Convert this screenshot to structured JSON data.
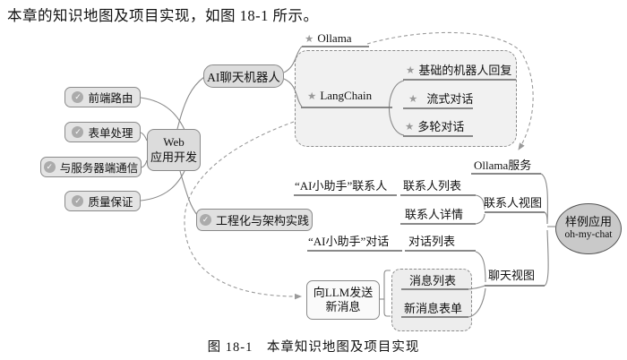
{
  "page": {
    "intro_text": "本章的知识地图及项目实现，如图 18-1 所示。",
    "caption": "图 18-1　本章知识地图及项目实现"
  },
  "icons": {
    "star": "★",
    "check": "✓"
  },
  "colors": {
    "node_fill": "#e4e4e4",
    "node_border": "#8a8a8a",
    "group_fill": "#f1f1f1",
    "ellipse_fill": "#c9c9c9",
    "line": "#888888"
  },
  "nodes": {
    "topics": [
      "前端路由",
      "表单处理",
      "与服务器端通信",
      "质量保证"
    ],
    "web_dev": {
      "line1": "Web",
      "line2": "应用开发"
    },
    "ai_chatbot": "AI聊天机器人",
    "practice": "工程化与架构实践",
    "send_message": {
      "line1": "向LLM发送",
      "line2": "新消息"
    },
    "root": {
      "line1": "样例应用",
      "line2": "oh-my-chat"
    }
  },
  "labels": {
    "ollama": "Ollama",
    "langchain": "LangChain",
    "basic_reply": "基础的机器人回复",
    "streaming_chat": "流式对话",
    "multi_turn_chat": "多轮对话",
    "ollama_service": "Ollama服务",
    "assistant_contacts": "“AI小助手”联系人",
    "contact_list": "联系人列表",
    "contact_detail": "联系人详情",
    "contact_view": "联系人视图",
    "assistant_chat": "“AI小助手”对话",
    "chat_list": "对话列表",
    "message_list": "消息列表",
    "new_message_form": "新消息表单",
    "chat_view": "聊天视图"
  }
}
